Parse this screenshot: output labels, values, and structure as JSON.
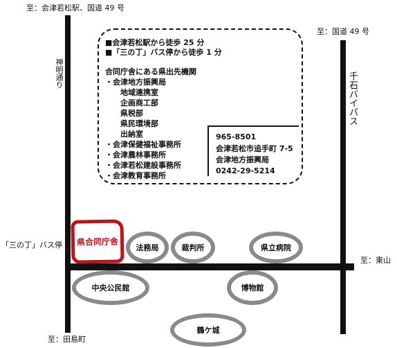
{
  "directions": {
    "top_left": "至：会津若松駅、国道 49 号",
    "top_right": "至：国道 49 号",
    "right": "至：東山",
    "bottom_left": "至：田島町"
  },
  "roads": {
    "shinmei": "神明通り",
    "bypass": "千石バイパス"
  },
  "bus_stop": "「三の丁」バス停",
  "access": [
    "■会津若松駅から徒歩 25 分",
    "■「三の丁」バス停から徒歩 1 分"
  ],
  "offices_heading": "合同庁舎にある県出先機関",
  "offices": [
    "・会津地方振興局",
    "地域連携室",
    "企画商工部",
    "県税部",
    "県民環境部",
    "出納室",
    "・会津保健福祉事務所",
    "・会津農林事務所",
    "・会津若松建設事務所",
    "・会津教育事務所"
  ],
  "contact": {
    "postal": "965-8501",
    "address": "会津若松市追手町 7-5",
    "org": "会津地方振興局",
    "phone": "0242-29-5214"
  },
  "landmarks": {
    "main": "県合同庁舎",
    "legal": "法務局",
    "court": "裁判所",
    "hospital": "県立病院",
    "community": "中央公民館",
    "museum": "博物館",
    "castle": "鶴ケ城"
  },
  "colors": {
    "road": "#111111",
    "main_building": "#c1121c",
    "landmark_ring": "#8a8a8a"
  }
}
